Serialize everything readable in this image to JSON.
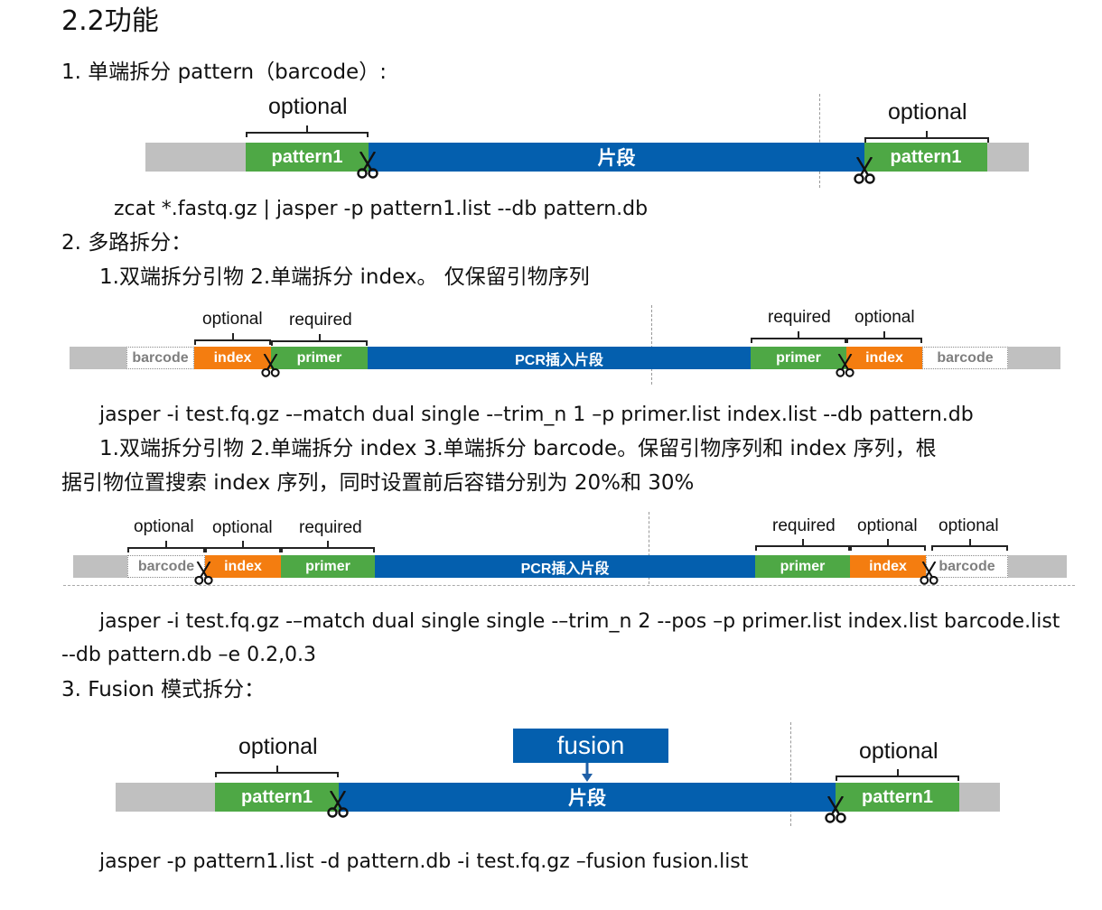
{
  "section_title": "2.2功能",
  "item1": {
    "title": "1.   单端拆分 pattern（barcode）:",
    "command": "zcat *.fastq.gz | jasper -p pattern1.list --db pattern.db",
    "diagram": {
      "left_label": "optional",
      "right_label": "optional",
      "left_segment": "pattern1",
      "middle_segment": "片段",
      "right_segment": "pattern1"
    }
  },
  "item2": {
    "title": "2.   多路拆分：",
    "desc1": "1.双端拆分引物  2.单端拆分 index。  仅保留引物序列",
    "diagram1": {
      "labels": [
        "optional",
        "required",
        "required",
        "optional"
      ],
      "segments": [
        "barcode",
        "index",
        "primer",
        "PCR插入片段",
        "primer",
        "index",
        "barcode"
      ]
    },
    "command1": "jasper -i test.fq.gz -–match dual single -–trim_n 1 –p primer.list index.list --db pattern.db",
    "desc2_line1": "1.双端拆分引物  2.单端拆分 index    3.单端拆分 barcode。保留引物序列和 index 序列，根",
    "desc2_line2": "据引物位置搜索 index 序列，同时设置前后容错分别为 20%和 30%",
    "diagram2": {
      "labels": [
        "optional",
        "optional",
        "required",
        "required",
        "optional",
        "optional"
      ],
      "segments": [
        "barcode",
        "index",
        "primer",
        "PCR插入片段",
        "primer",
        "index",
        "barcode"
      ]
    },
    "command2_line1": "jasper -i test.fq.gz -–match dual single single -–trim_n 2 --pos –p primer.list index.list barcode.list",
    "command2_line2": "--db pattern.db –e 0.2,0.3"
  },
  "item3": {
    "title": "3.   Fusion 模式拆分：",
    "diagram": {
      "fusion_box": "fusion",
      "left_label": "optional",
      "right_label": "optional",
      "left_segment": "pattern1",
      "middle_segment": "片段",
      "right_segment": "pattern1"
    },
    "command": "jasper -p pattern1.list -d pattern.db -i test.fq.gz –fusion fusion.list"
  },
  "colors": {
    "grey": "#c0c0c0",
    "green": "#4ea845",
    "blue": "#045fae",
    "orange": "#f47d10"
  },
  "icons": [
    "scissors-icon",
    "down-arrow-icon"
  ]
}
